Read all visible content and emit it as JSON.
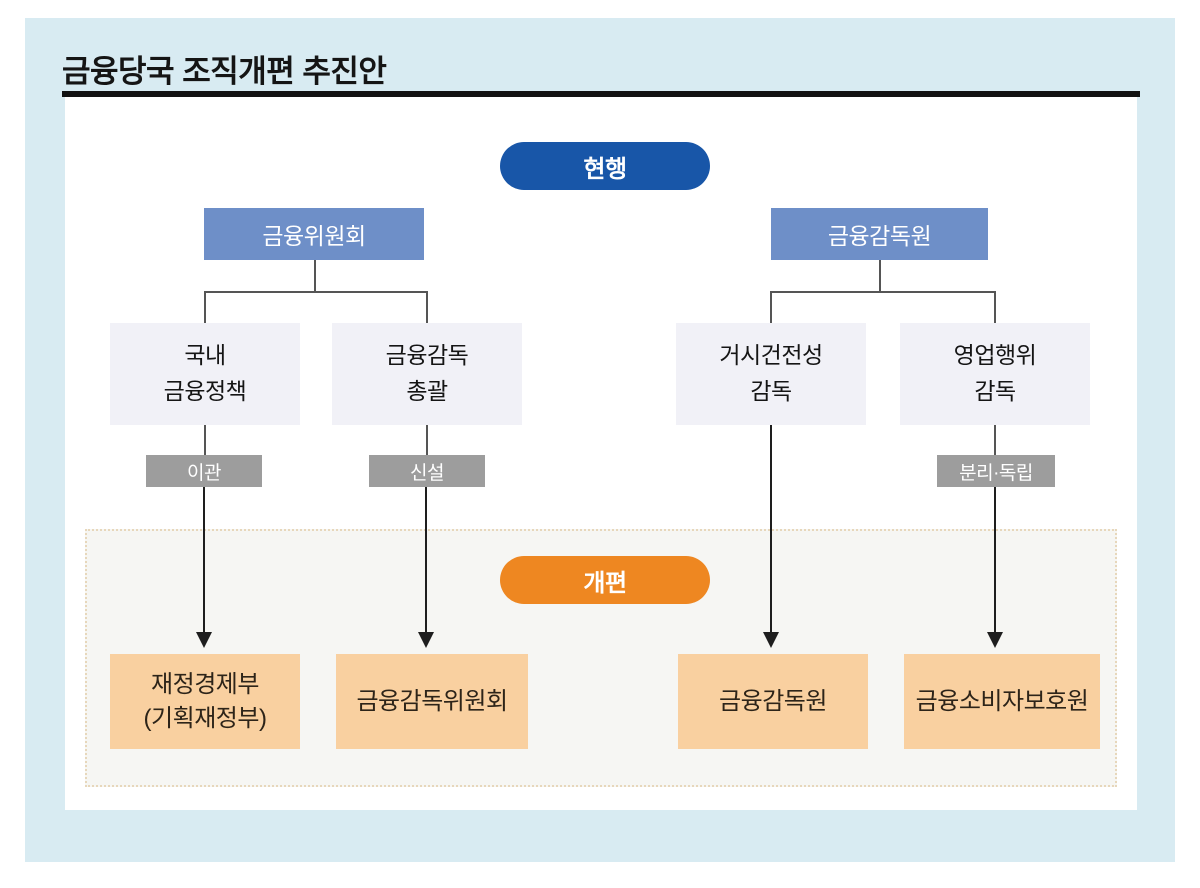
{
  "page": {
    "title": "금융당국 조직개편 추진안"
  },
  "stages": {
    "current_label": "현행",
    "reform_label": "개편"
  },
  "current_structure": {
    "parents": [
      {
        "label": "금융위원회"
      },
      {
        "label": "금융감독원"
      }
    ],
    "functions": [
      {
        "label": "국내\n금융정책"
      },
      {
        "label": "금융감독\n총괄"
      },
      {
        "label": "거시건전성\n감독"
      },
      {
        "label": "영업행위\n감독"
      }
    ]
  },
  "transitions": [
    {
      "label": "이관"
    },
    {
      "label": "신설"
    },
    {
      "label": "분리·독립"
    }
  ],
  "reform_structure": {
    "entities": [
      {
        "label": "재정경제부\n(기획재정부)"
      },
      {
        "label": "금융감독위원회"
      },
      {
        "label": "금융감독원"
      },
      {
        "label": "금융소비자보호원"
      }
    ]
  },
  "colors": {
    "background": "#d8ebf2",
    "stage_current": "#1856a8",
    "parent_box": "#6e8fc8",
    "function_box": "#f1f1f7",
    "transition_tag": "#9d9d9d",
    "stage_reform": "#ee8721",
    "reform_box": "#f9d0a0",
    "reform_panel": "#f6f6f3",
    "reform_panel_border": "#e7d7bb"
  }
}
